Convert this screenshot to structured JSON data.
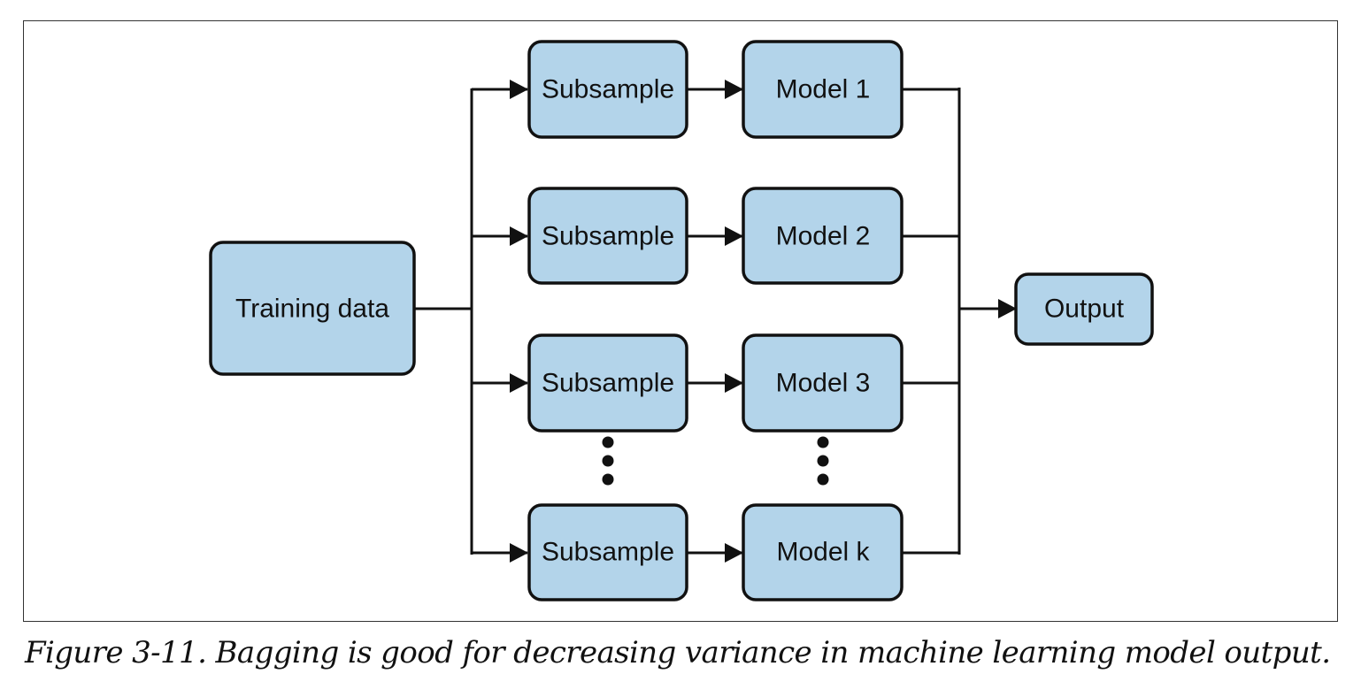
{
  "diagram": {
    "colors": {
      "node_fill": "#b3d4ea",
      "node_stroke": "#111111",
      "edge": "#111111"
    },
    "nodes": {
      "training": "Training data",
      "subsample_1": "Subsample",
      "subsample_2": "Subsample",
      "subsample_3": "Subsample",
      "subsample_k": "Subsample",
      "model_1": "Model 1",
      "model_2": "Model 2",
      "model_3": "Model 3",
      "model_k": "Model k",
      "output": "Output"
    }
  },
  "caption": "Figure 3-11. Bagging is good for decreasing variance in machine learning model output."
}
